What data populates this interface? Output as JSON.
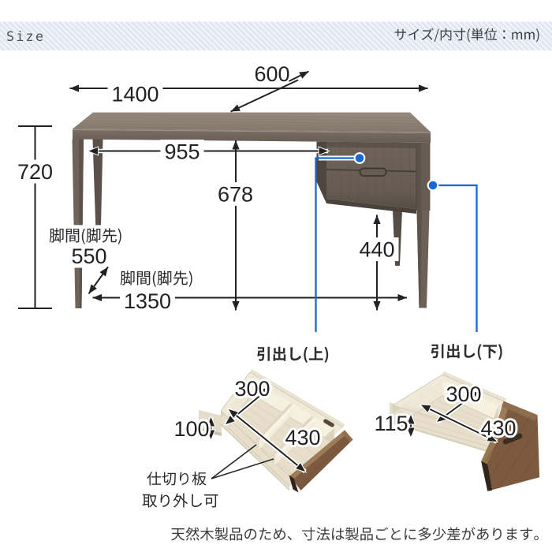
{
  "header": {
    "title_en": "Size",
    "title_jp": "サイズ/内寸(単位：mm)"
  },
  "dims": {
    "top_width": "1400",
    "top_depth": "600",
    "height": "720",
    "knee_width": "955",
    "knee_height": "678",
    "drawer_clearance": "440",
    "leg_span_side_label": "脚間(脚先)",
    "leg_span_side": "550",
    "leg_span_front_label": "脚間(脚先)",
    "leg_span_front": "1350",
    "unit": "mm"
  },
  "callouts": {
    "upper": "引出し(上)",
    "lower": "引出し(下)"
  },
  "drawer_upper": {
    "label": "引出し(上)",
    "width": "430",
    "depth": "300",
    "height": "100",
    "divider_note_1": "仕切り板",
    "divider_note_2": "取り外し可"
  },
  "drawer_lower": {
    "label": "引出し(下)",
    "width": "430",
    "depth": "300",
    "height": "115"
  },
  "footnote": "天然木製品のため、寸法は製品ごとに多少差があります。",
  "colors": {
    "accent_blue": "#1668d2",
    "band_bg": "#e2e8f2",
    "desk_wood": "#6e6459",
    "drawer_wood": "#7b5a3f",
    "interior": "#e9e2d1"
  }
}
